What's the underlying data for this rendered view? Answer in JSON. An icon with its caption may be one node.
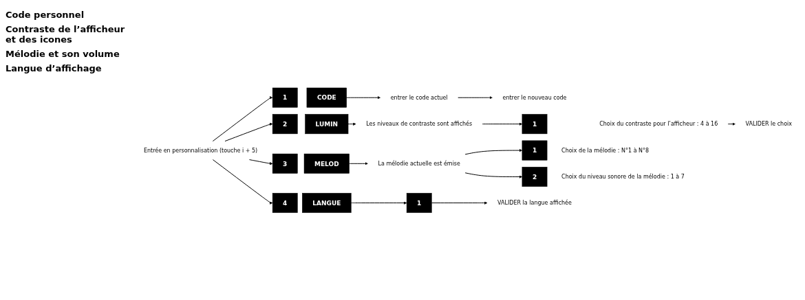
{
  "diagram": {
    "nodes": [
      {
        "text": [
          "Entrée en personnalisation (touche i + 5)"
        ]
      },
      {
        "text": [
          "1"
        ]
      },
      {
        "text": [
          "CODE"
        ]
      },
      {
        "text": [
          "entrer le code actuel"
        ]
      },
      {
        "text": [
          "entrer le nouveau code"
        ]
      },
      {
        "text": [
          "2"
        ]
      },
      {
        "text": [
          "LUMIN"
        ]
      },
      {
        "text": [
          "Les niveaux de contraste sont affichés"
        ]
      },
      {
        "text": [
          "1"
        ]
      },
      {
        "text": [
          "Choix du contraste pour l’afficheur : 4 à 16"
        ]
      },
      {
        "text": [
          "VALIDER le choix"
        ]
      },
      {
        "text": [
          "3"
        ]
      },
      {
        "text": [
          "MELOD"
        ]
      },
      {
        "text": [
          "La mélodie actuelle est émise"
        ]
      },
      {
        "text": [
          "1"
        ],
        "beside": [
          "Choix de la mélodie : N°1 à N°8"
        ]
      },
      {
        "text": [
          "2"
        ],
        "beside": [
          "Choix du niveau sonore de la mélodie : 1 à 7"
        ]
      },
      {
        "text": [
          "4"
        ]
      },
      {
        "text": [
          "LANGUE"
        ]
      },
      {
        "text": [
          "1"
        ]
      },
      {
        "text": [
          "VALIDER la langue affichée"
        ]
      }
    ],
    "edges": [
      {
        "from": 0,
        "to": 1,
        "arrow": "to"
      },
      {
        "from": 0,
        "to": 5,
        "arrow": "to"
      },
      {
        "from": 0,
        "to": 11,
        "arrow": "to"
      },
      {
        "from": 0,
        "to": 16,
        "arrow": "to"
      },
      {
        "from": 2,
        "to": 3,
        "arrow": "to"
      },
      {
        "from": 3,
        "to": 4,
        "arrow": "to"
      },
      {
        "from": 6,
        "to": 7,
        "arrow": "to"
      },
      {
        "from": 7,
        "to": 8,
        "arrow": "to"
      },
      {
        "from": 9,
        "to": 10,
        "arrow": "to"
      },
      {
        "from": 12,
        "to": 13,
        "arrow": "to"
      },
      {
        "from": 13,
        "to": 14,
        "arrow": "to"
      },
      {
        "from": 13,
        "to": 15,
        "arrow": "to"
      },
      {
        "from": 17,
        "to": 18,
        "arrow": "to"
      },
      {
        "from": 18,
        "to": 19,
        "arrow": "to"
      }
    ],
    "labels": [
      "Code personnel",
      "Contraste de l’afficheur et des icones",
      "Mélodie et son volume",
      "Langue d’affichage"
    ]
  }
}
